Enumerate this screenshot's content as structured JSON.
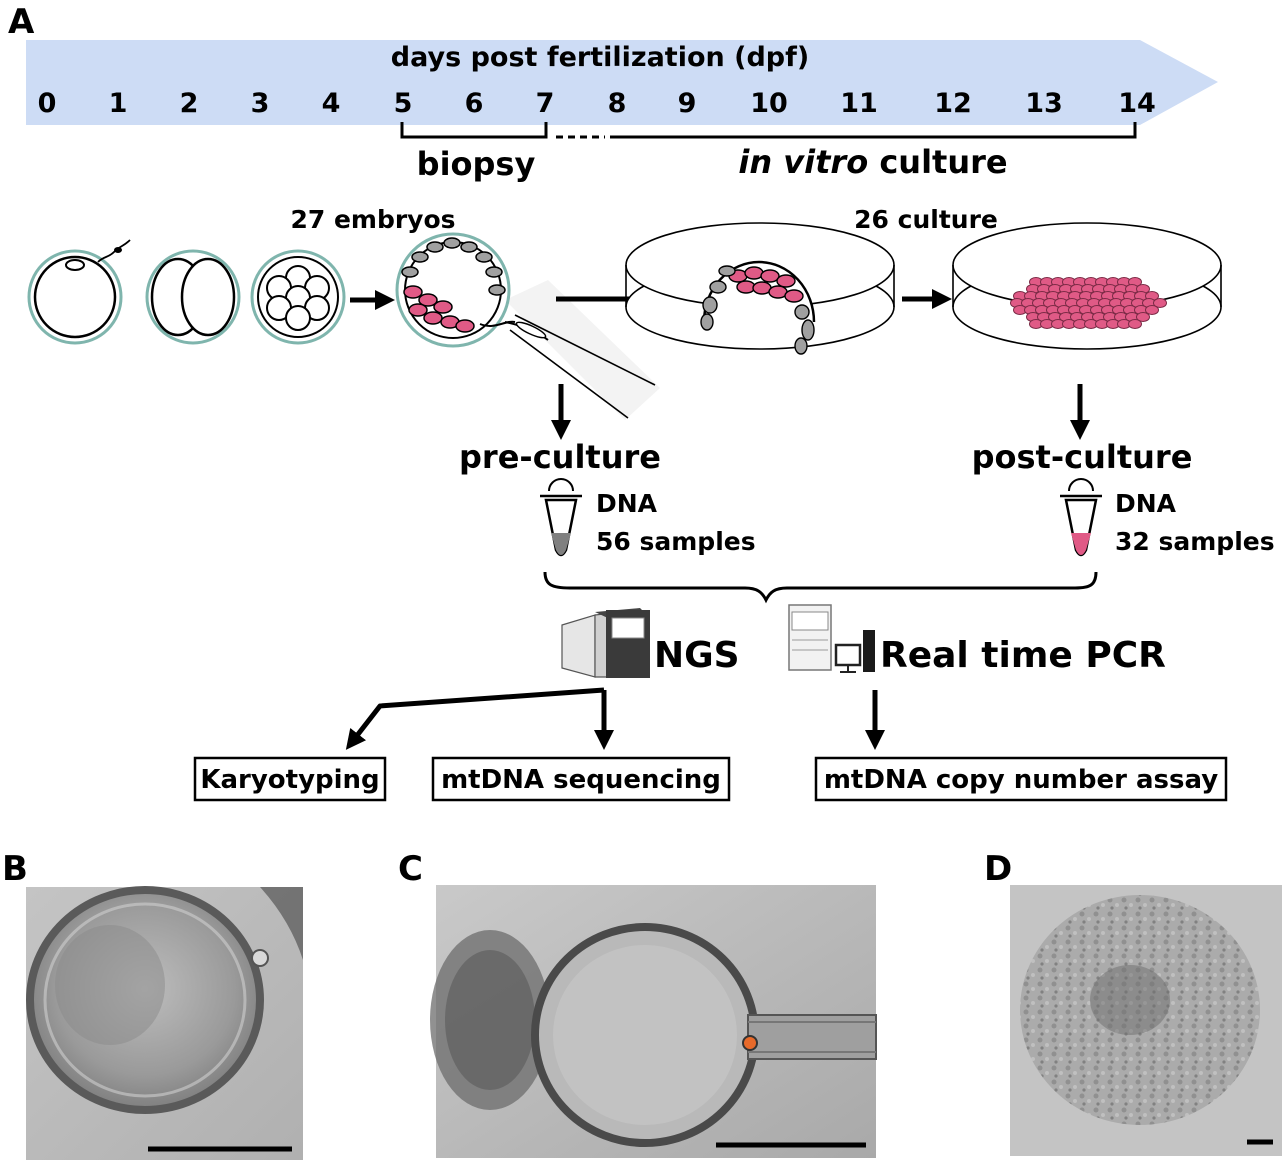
{
  "panels": {
    "a": "A",
    "b": "B",
    "c": "C",
    "d": "D"
  },
  "timeline": {
    "title": "days post fertilization (dpf)",
    "ticks": [
      "0",
      "1",
      "2",
      "3",
      "4",
      "5",
      "6",
      "7",
      "8",
      "9",
      "10",
      "11",
      "12",
      "13",
      "14"
    ],
    "biopsy_label": "biopsy",
    "culture_label_italic": "in vitro",
    "culture_label_rest": " culture"
  },
  "workflow": {
    "embryos_label": "27 embryos",
    "culture_count_label": "26 culture",
    "pre_culture": "pre-culture",
    "post_culture": "post-culture",
    "pre_dna": "DNA",
    "pre_samples": "56 samples",
    "post_dna": "DNA",
    "post_samples": "32 samples",
    "ngs": "NGS",
    "pcr": "Real time PCR",
    "karyotyping": "Karyotyping",
    "mtdna_sequencing": "mtDNA sequencing",
    "mtdna_copy": "mtDNA copy number assay"
  },
  "colors": {
    "timeline_band": "#cddcf5",
    "zona": "#7fb5ad",
    "pink_cell": "#e05a86",
    "grey_cell": "#a0a0a0",
    "tube_pink": "#e05a86",
    "tube_grey": "#808080"
  }
}
